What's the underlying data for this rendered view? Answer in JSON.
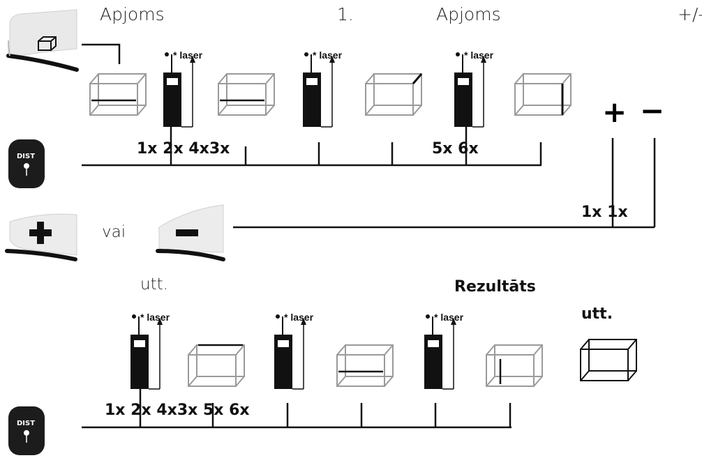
{
  "labels": {
    "volume_1": "Apjoms",
    "step_1": "1.",
    "volume_2": "Apjoms",
    "plus_minus": "+/-",
    "or": "vai",
    "etc_1": "utt.",
    "result": "Rezultāts",
    "etc_2": "utt.",
    "top_counts_a": "1x 2x 4x3x",
    "top_counts_b": "5x 6x",
    "right_counts": "1x 1x",
    "bottom_counts": "1x 2x 4x3x 5x 6x",
    "plus_sign": "+",
    "minus_sign": "−"
  },
  "device": {
    "dist_key_label": "DIST",
    "laser_label": "* laser"
  },
  "icons": [
    "volume-function-key-icon",
    "dist-key-icon",
    "plus-key-icon",
    "minus-key-icon",
    "laser-device-icon",
    "box-wireframe-icon"
  ],
  "colors": {
    "ink": "#111111",
    "faint_box": "#9a9a9a",
    "key_dark": "#1c1c1c"
  }
}
